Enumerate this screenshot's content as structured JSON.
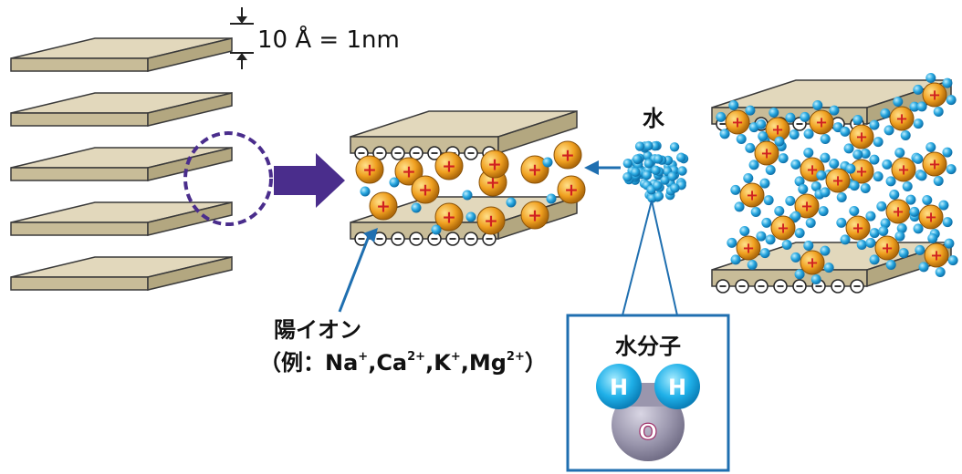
{
  "spacing_label": "10 Å = 1nm",
  "water_label": "水",
  "cation_label": "陽イオン",
  "cation_example": {
    "prefix": "（例：",
    "ions": [
      {
        "base": "Na",
        "charge": "+"
      },
      {
        "base": "Ca",
        "charge": "2+"
      },
      {
        "base": "K",
        "charge": "+"
      },
      {
        "base": "Mg",
        "charge": "2+"
      }
    ],
    "separator": ",",
    "suffix": "）"
  },
  "molecule_box": {
    "title": "水分子",
    "hydrogen": "H",
    "oxygen": "O"
  },
  "plate_charge_symbol": "⊖",
  "cation_symbol": "+",
  "colors": {
    "plate_top": "#e2d8bc",
    "plate_side": "#c8bc98",
    "plate_edge": "#3a3a3a",
    "arrow_purple": "#4a2d8c",
    "blue_pointer": "#1f6fb0",
    "cation_fill": "#f0a020",
    "cation_plus": "#d02020",
    "water_blue": "#29a8e0",
    "oxygen_grey": "#8e8aa0"
  }
}
